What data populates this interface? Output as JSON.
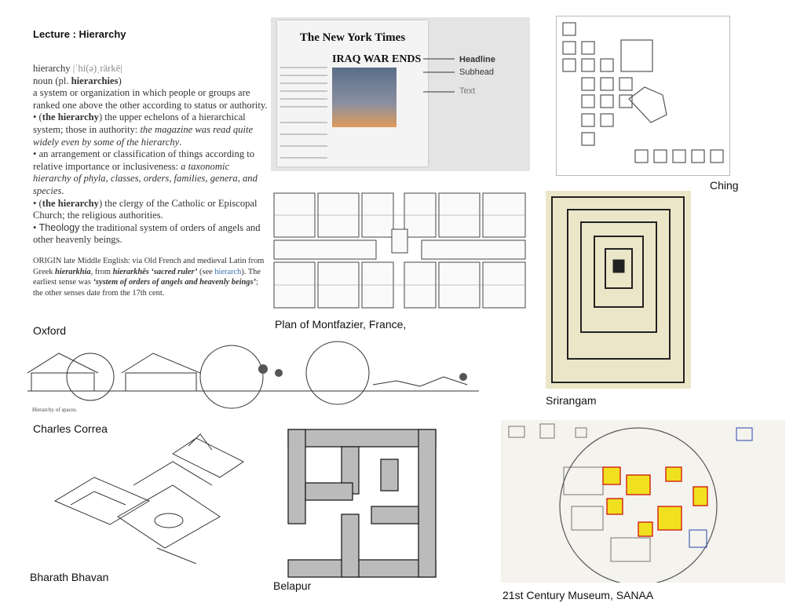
{
  "slide": {
    "title": "Lecture : Hierarchy",
    "dictionary": {
      "headword": "hierarchy",
      "pronunciation": "|ˈhī(ə)ˌrärkē|",
      "pos_prefix": "noun (pl. ",
      "plural": "hierarchies",
      "pos_suffix": ")",
      "sense1": "a system or organization in which people or groups are ranked one above the other according to status or authority.",
      "sense2_tag": "the hierarchy",
      "sense2": " the upper echelons of a hierarchical system; those in authority: ",
      "sense2_example": "the magazine was read quite widely even by some of the hierarchy",
      "sense3": "an arrangement or classification of things according to relative importance or inclusiveness: ",
      "sense3_example": "a taxonomic hierarchy of phyla, classes, orders, families, genera, and species",
      "sense4_tag": "the hierarchy",
      "sense4": " the clergy of the Catholic or Episcopal Church; the religious authorities.",
      "sense5_label": "Theology",
      "sense5": " the traditional system of orders of angels and other heavenly beings.",
      "origin_label": "ORIGIN",
      "origin_1": " late Middle English: via Old French and medieval Latin from Greek ",
      "origin_greek1": "hierarkhia",
      "origin_2": ", from ",
      "origin_greek2": "hierarkhēs ‘sacred ruler’",
      "origin_3": " (see ",
      "origin_link": "hierarch",
      "origin_4": "). The earliest sense was ",
      "origin_sense": "‘system of orders of angels and heavenly beings’",
      "origin_5": "; the other senses date from the 17th cent."
    },
    "newspaper": {
      "masthead": "The New York Times",
      "headline": "IRAQ WAR ENDS",
      "label_headline": "Headline",
      "label_subhead": "Subhead",
      "label_text": "Text"
    },
    "captions": {
      "oxford": "Oxford",
      "ching": "Ching",
      "montfazier": "Plan of Montfazier, France,",
      "srirangam": "Srirangam",
      "correa": "Charles Correa",
      "correa_note": "Hierarchy of spaces.",
      "bharath": "Bharath Bhavan",
      "belapur": "Belapur",
      "sanaa": "21st Century Museum, SANAA"
    }
  }
}
